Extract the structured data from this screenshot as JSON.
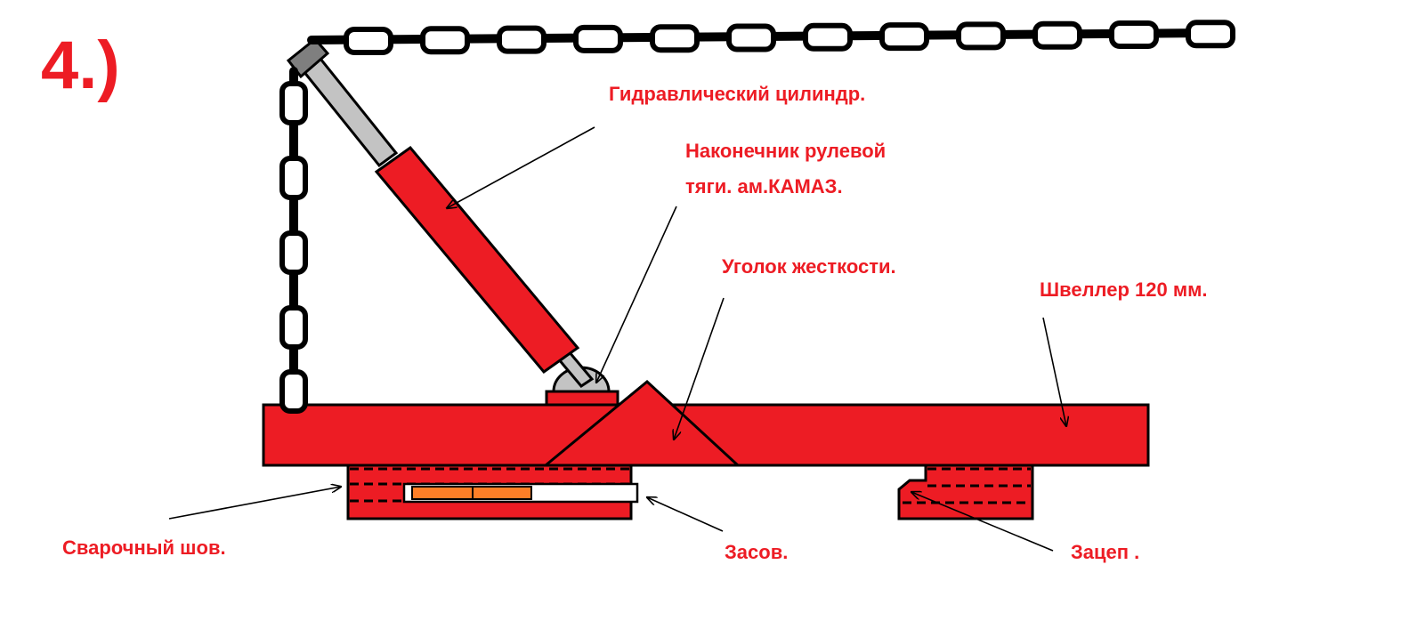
{
  "step_label": "4.)",
  "labels": {
    "hydraulic_cylinder": "Гидравлический цилиндр.",
    "tie_rod_end_line1": "Наконечник рулевой",
    "tie_rod_end_line2": "тяги. ам.КАМАЗ.",
    "stiffening_angle": "Уголок жесткости.",
    "channel": "Швеллер 120 мм.",
    "weld_seam": "Сварочный шов.",
    "latch": "Засов.",
    "hook": "Зацеп ."
  },
  "colors": {
    "red": "#ed1c24",
    "outline": "#000000",
    "rod_gray": "#c3c3c3",
    "latch_orange": "#ff7f27",
    "background": "#ffffff"
  },
  "icons": {
    "chain": "chain",
    "arrow": "thin-arrow"
  }
}
